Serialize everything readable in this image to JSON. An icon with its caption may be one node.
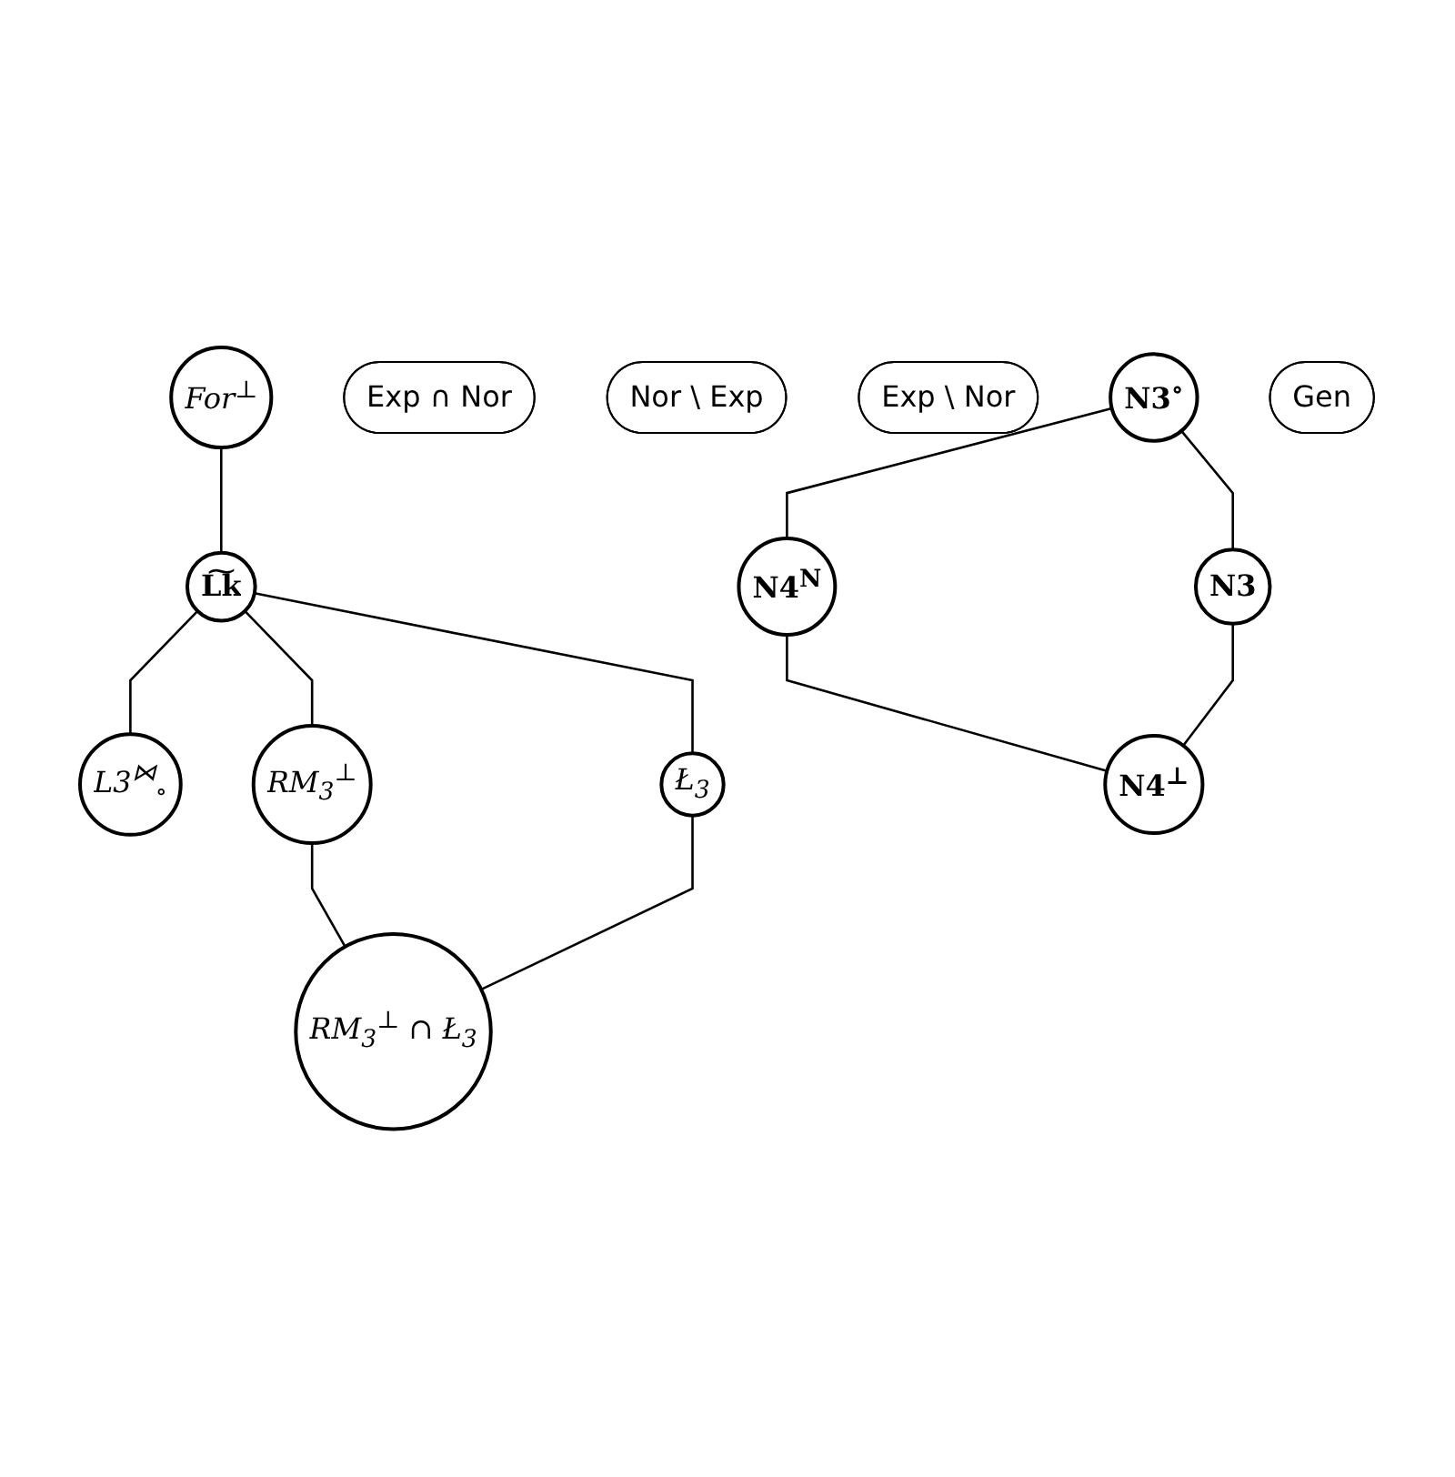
{
  "diagram": {
    "nodes": [
      {
        "text": [
          "For$^{⊥}$"
        ]
      },
      {
        "text": [
          "L͠k"
        ]
      },
      {
        "text": [
          "L3$^{⋈}$$_{∘}$"
        ]
      },
      {
        "text": [
          "RM$_{3}$$^{⊥}$"
        ]
      },
      {
        "text": [
          "Ł$_{3}$"
        ]
      },
      {
        "text": [
          "Exp ∩ Nor"
        ]
      },
      {
        "text": [
          "RM$_{3}$$^{⊥}$ ∩ Ł$_{3}$"
        ]
      },
      {
        "text": [
          "Nor \\ Exp"
        ]
      },
      {
        "text": [
          "Exp \\ Nor"
        ]
      },
      {
        "text": [
          "N3$^{∘}$"
        ]
      },
      {
        "text": [
          "Gen"
        ]
      },
      {
        "text": [
          "N4$^{N}$"
        ]
      },
      {
        "text": [
          "N3"
        ]
      },
      {
        "text": [
          "N4$^{⊥}$"
        ]
      }
    ],
    "edges": [
      {
        "from": 0,
        "to": 1,
        "arrow": "none"
      },
      {
        "from": 1,
        "to": 2,
        "arrow": "none"
      },
      {
        "from": 1,
        "to": 3,
        "arrow": "none"
      },
      {
        "from": 1,
        "to": 4,
        "arrow": "none"
      },
      {
        "from": 3,
        "to": 6,
        "arrow": "none"
      },
      {
        "from": 4,
        "to": 6,
        "arrow": "none"
      },
      {
        "from": 9,
        "to": 11,
        "arrow": "none"
      },
      {
        "from": 9,
        "to": 12,
        "arrow": "none"
      },
      {
        "from": 11,
        "to": 13,
        "arrow": "none"
      },
      {
        "from": 12,
        "to": 13,
        "arrow": "none"
      }
    ]
  }
}
